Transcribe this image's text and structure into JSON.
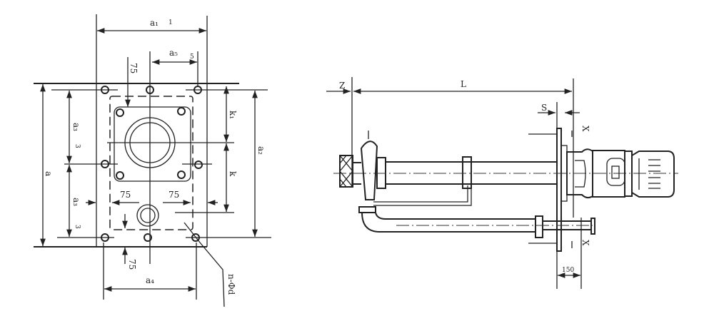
{
  "plan_view": {
    "labels": {
      "a1": "a₁",
      "a1_sub": "1",
      "a5": "a₅",
      "a5_sub": "5",
      "dim_75_top": "75",
      "dim_75_left": "75",
      "dim_75_right": "75",
      "dim_75_bottom": "75",
      "a": "a",
      "a3_upper": "a₃",
      "a3_upper_sub": "3",
      "a3_lower": "a₃",
      "a3_lower_sub": "3",
      "k1": "k₁",
      "k": "k",
      "a2": "a₂",
      "a4": "a₄",
      "holes": "n-Φd"
    }
  },
  "side_view": {
    "labels": {
      "z": "Z",
      "l": "L",
      "s": "S",
      "x_top": "X",
      "x_bottom": "X",
      "dim_150": "150"
    }
  }
}
